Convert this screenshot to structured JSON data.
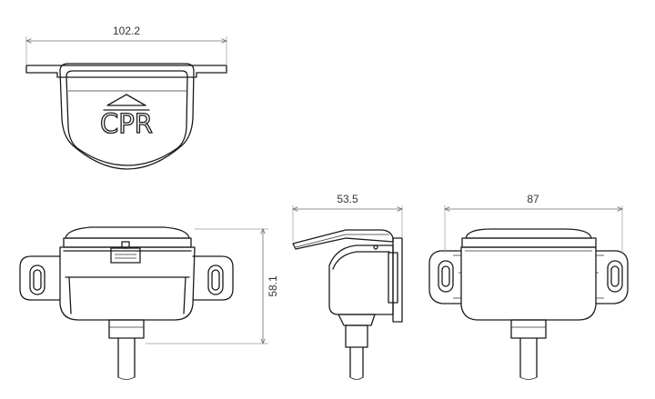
{
  "logo": {
    "text": "CPR"
  },
  "dimensions": {
    "top_width": "102.2",
    "front_height": "58.1",
    "side_depth": "53.5",
    "rear_width": "87"
  },
  "colors": {
    "line": "#1a1a1a",
    "dimension": "#6f6f6f"
  }
}
